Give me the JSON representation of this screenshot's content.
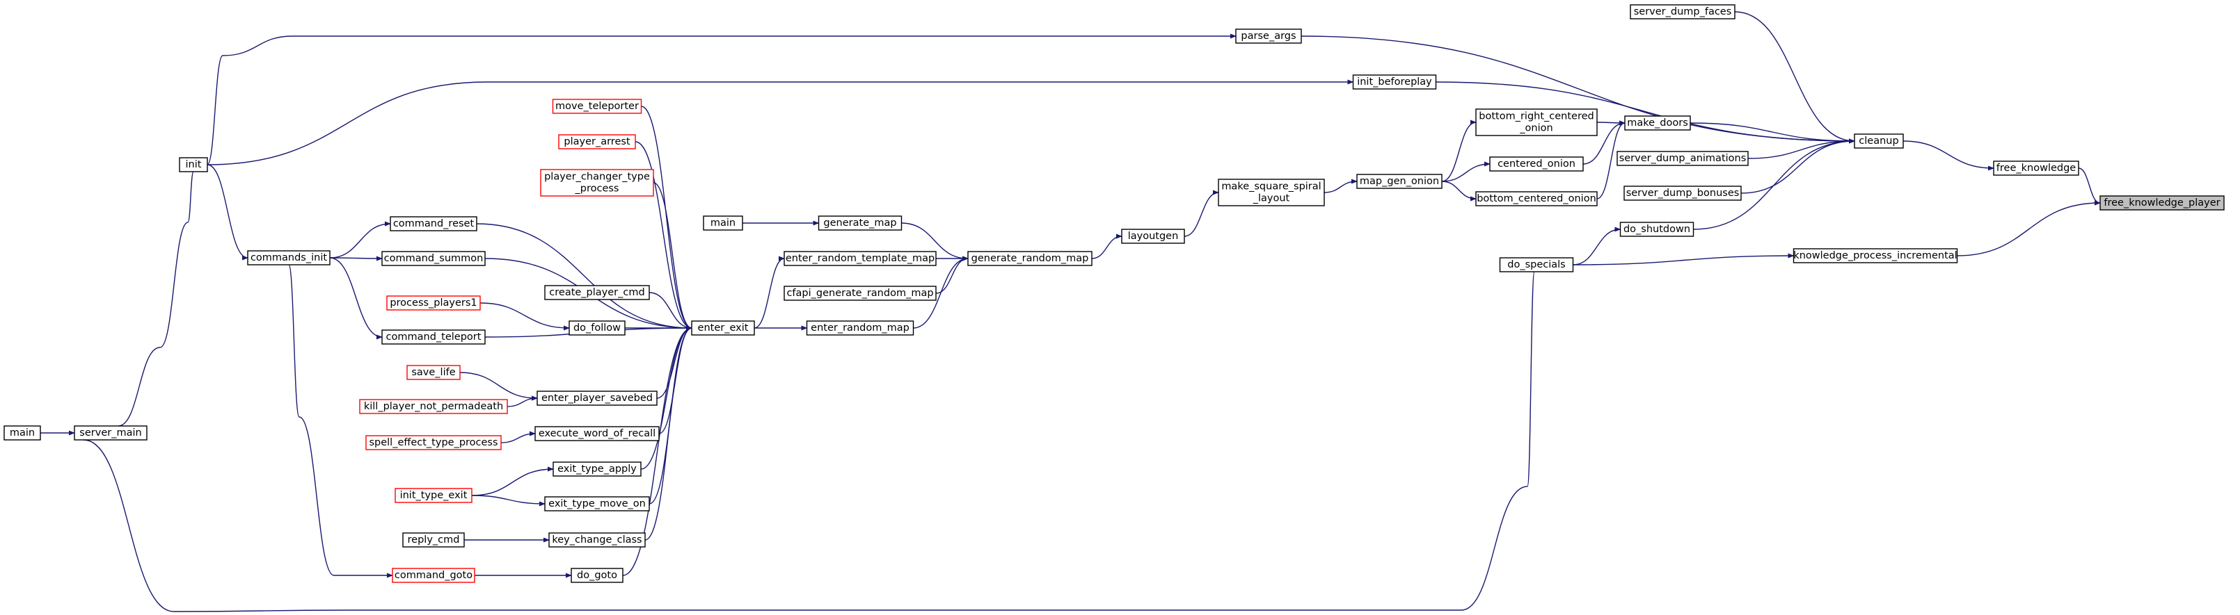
{
  "colors": {
    "edge": "#191970",
    "node_border": "#000000",
    "node_border_truncated": "#ff0000",
    "node_fill": "#ffffff",
    "root_fill": "#bfbfbf",
    "text": "#000000"
  },
  "nodes": {
    "free_knowledge_player": {
      "lines": [
        "free_knowledge_player"
      ],
      "root": true
    },
    "free_knowledge": {
      "lines": [
        "free_knowledge"
      ]
    },
    "knowledge_process_incremental": {
      "lines": [
        "knowledge_process_incremental"
      ]
    },
    "cleanup": {
      "lines": [
        "cleanup"
      ]
    },
    "server_dump_faces": {
      "lines": [
        "server_dump_faces"
      ]
    },
    "parse_args": {
      "lines": [
        "parse_args"
      ]
    },
    "init_beforeplay": {
      "lines": [
        "init_beforeplay"
      ]
    },
    "make_doors": {
      "lines": [
        "make_doors"
      ]
    },
    "server_dump_animations": {
      "lines": [
        "server_dump_animations"
      ]
    },
    "server_dump_bonuses": {
      "lines": [
        "server_dump_bonuses"
      ]
    },
    "do_shutdown": {
      "lines": [
        "do_shutdown"
      ]
    },
    "do_specials": {
      "lines": [
        "do_specials"
      ]
    },
    "bottom_right_centered_onion": {
      "lines": [
        "bottom_right_centered",
        "_onion"
      ]
    },
    "centered_onion": {
      "lines": [
        "centered_onion"
      ]
    },
    "bottom_centered_onion": {
      "lines": [
        "bottom_centered_onion"
      ]
    },
    "map_gen_onion": {
      "lines": [
        "map_gen_onion"
      ]
    },
    "make_square_spiral_layout": {
      "lines": [
        "make_square_spiral",
        "_layout"
      ]
    },
    "layoutgen": {
      "lines": [
        "layoutgen"
      ]
    },
    "generate_random_map": {
      "lines": [
        "generate_random_map"
      ]
    },
    "generate_map": {
      "lines": [
        "generate_map"
      ]
    },
    "main_generate": {
      "lines": [
        "main"
      ]
    },
    "enter_random_template_map": {
      "lines": [
        "enter_random_template_map"
      ]
    },
    "cfapi_generate_random_map": {
      "lines": [
        "cfapi_generate_random_map"
      ]
    },
    "enter_random_map": {
      "lines": [
        "enter_random_map"
      ]
    },
    "enter_exit": {
      "lines": [
        "enter_exit"
      ]
    },
    "move_teleporter": {
      "lines": [
        "move_teleporter"
      ],
      "truncated": true
    },
    "player_arrest": {
      "lines": [
        "player_arrest"
      ],
      "truncated": true
    },
    "player_changer_type_process": {
      "lines": [
        "player_changer_type",
        "_process"
      ],
      "truncated": true
    },
    "command_reset": {
      "lines": [
        "command_reset"
      ]
    },
    "command_summon": {
      "lines": [
        "command_summon"
      ]
    },
    "create_player_cmd": {
      "lines": [
        "create_player_cmd"
      ]
    },
    "process_players1": {
      "lines": [
        "process_players1"
      ],
      "truncated": true
    },
    "do_follow": {
      "lines": [
        "do_follow"
      ]
    },
    "command_teleport": {
      "lines": [
        "command_teleport"
      ]
    },
    "save_life": {
      "lines": [
        "save_life"
      ],
      "truncated": true
    },
    "enter_player_savebed": {
      "lines": [
        "enter_player_savebed"
      ]
    },
    "kill_player_not_permadeath": {
      "lines": [
        "kill_player_not_permadeath"
      ],
      "truncated": true
    },
    "execute_word_of_recall": {
      "lines": [
        "execute_word_of_recall"
      ]
    },
    "spell_effect_type_process": {
      "lines": [
        "spell_effect_type_process"
      ],
      "truncated": true
    },
    "exit_type_apply": {
      "lines": [
        "exit_type_apply"
      ]
    },
    "init_type_exit": {
      "lines": [
        "init_type_exit"
      ],
      "truncated": true
    },
    "exit_type_move_on": {
      "lines": [
        "exit_type_move_on"
      ]
    },
    "reply_cmd": {
      "lines": [
        "reply_cmd"
      ]
    },
    "key_change_class": {
      "lines": [
        "key_change_class"
      ]
    },
    "command_goto": {
      "lines": [
        "command_goto"
      ],
      "truncated": true
    },
    "do_goto": {
      "lines": [
        "do_goto"
      ]
    },
    "init": {
      "lines": [
        "init"
      ]
    },
    "commands_init": {
      "lines": [
        "commands_init"
      ]
    },
    "main_server": {
      "lines": [
        "main"
      ]
    },
    "server_main": {
      "lines": [
        "server_main"
      ]
    }
  },
  "edges": [
    {
      "from": "free_knowledge",
      "to": "free_knowledge_player"
    },
    {
      "from": "knowledge_process_incremental",
      "to": "free_knowledge_player"
    },
    {
      "from": "cleanup",
      "to": "free_knowledge"
    },
    {
      "from": "do_specials",
      "to": "knowledge_process_incremental"
    },
    {
      "from": "server_dump_faces",
      "to": "cleanup"
    },
    {
      "from": "parse_args",
      "to": "cleanup"
    },
    {
      "from": "init_beforeplay",
      "to": "cleanup"
    },
    {
      "from": "make_doors",
      "to": "cleanup"
    },
    {
      "from": "server_dump_animations",
      "to": "cleanup"
    },
    {
      "from": "server_dump_bonuses",
      "to": "cleanup"
    },
    {
      "from": "do_shutdown",
      "to": "cleanup"
    },
    {
      "from": "do_specials",
      "to": "do_shutdown"
    },
    {
      "from": "bottom_right_centered_onion",
      "to": "make_doors"
    },
    {
      "from": "centered_onion",
      "to": "make_doors"
    },
    {
      "from": "bottom_centered_onion",
      "to": "make_doors"
    },
    {
      "from": "map_gen_onion",
      "to": "bottom_right_centered_onion"
    },
    {
      "from": "map_gen_onion",
      "to": "centered_onion"
    },
    {
      "from": "map_gen_onion",
      "to": "bottom_centered_onion"
    },
    {
      "from": "make_square_spiral_layout",
      "to": "map_gen_onion"
    },
    {
      "from": "layoutgen",
      "to": "make_square_spiral_layout"
    },
    {
      "from": "generate_random_map",
      "to": "layoutgen"
    },
    {
      "from": "generate_map",
      "to": "generate_random_map"
    },
    {
      "from": "enter_random_template_map",
      "to": "generate_random_map"
    },
    {
      "from": "cfapi_generate_random_map",
      "to": "generate_random_map"
    },
    {
      "from": "enter_random_map",
      "to": "generate_random_map"
    },
    {
      "from": "main_generate",
      "to": "generate_map"
    },
    {
      "from": "enter_exit",
      "to": "enter_random_template_map"
    },
    {
      "from": "enter_exit",
      "to": "enter_random_map"
    },
    {
      "from": "move_teleporter",
      "to": "enter_exit"
    },
    {
      "from": "player_arrest",
      "to": "enter_exit"
    },
    {
      "from": "player_changer_type_process",
      "to": "enter_exit"
    },
    {
      "from": "command_reset",
      "to": "enter_exit"
    },
    {
      "from": "command_summon",
      "to": "enter_exit"
    },
    {
      "from": "create_player_cmd",
      "to": "enter_exit"
    },
    {
      "from": "do_follow",
      "to": "enter_exit"
    },
    {
      "from": "command_teleport",
      "to": "enter_exit"
    },
    {
      "from": "enter_player_savebed",
      "to": "enter_exit"
    },
    {
      "from": "execute_word_of_recall",
      "to": "enter_exit"
    },
    {
      "from": "exit_type_apply",
      "to": "enter_exit"
    },
    {
      "from": "exit_type_move_on",
      "to": "enter_exit"
    },
    {
      "from": "key_change_class",
      "to": "enter_exit"
    },
    {
      "from": "do_goto",
      "to": "enter_exit"
    },
    {
      "from": "process_players1",
      "to": "do_follow"
    },
    {
      "from": "save_life",
      "to": "enter_player_savebed"
    },
    {
      "from": "kill_player_not_permadeath",
      "to": "enter_player_savebed"
    },
    {
      "from": "spell_effect_type_process",
      "to": "execute_word_of_recall"
    },
    {
      "from": "init_type_exit",
      "to": "exit_type_apply"
    },
    {
      "from": "init_type_exit",
      "to": "exit_type_move_on"
    },
    {
      "from": "reply_cmd",
      "to": "key_change_class"
    },
    {
      "from": "command_goto",
      "to": "do_goto"
    },
    {
      "from": "commands_init",
      "to": "command_reset"
    },
    {
      "from": "commands_init",
      "to": "command_summon"
    },
    {
      "from": "commands_init",
      "to": "command_teleport"
    },
    {
      "from": "commands_init",
      "to": "command_goto"
    },
    {
      "from": "init",
      "to": "commands_init"
    },
    {
      "from": "init",
      "to": "parse_args"
    },
    {
      "from": "init",
      "to": "init_beforeplay"
    },
    {
      "from": "server_main",
      "to": "init"
    },
    {
      "from": "server_main",
      "to": "do_specials"
    },
    {
      "from": "main_server",
      "to": "server_main"
    }
  ]
}
